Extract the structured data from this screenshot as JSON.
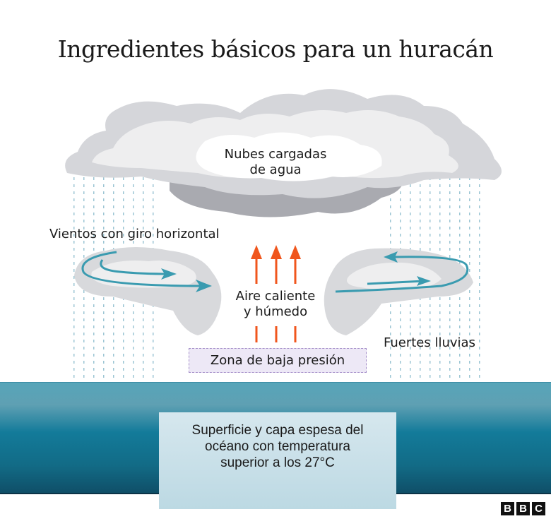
{
  "title": "Ingredientes básicos para un huracán",
  "labels": {
    "clouds": [
      "Nubes cargadas",
      "de agua"
    ],
    "winds": "Vientos con giro horizontal",
    "warm_air": [
      "Aire caliente",
      "y húmedo"
    ],
    "rain": "Fuertes lluvias",
    "low_pressure": "Zona de baja presión",
    "ocean": [
      "Superficie y capa espesa del",
      "océano con temperatura",
      "superior a los 27°C"
    ]
  },
  "logo": [
    "B",
    "B",
    "C"
  ],
  "colors": {
    "wind_arrow": "#3a9bb0",
    "heat_arrow": "#f0561d",
    "rain": "#9cc6d4",
    "ocean_top": "#56a5b9",
    "ocean_bottom": "#0f4f68",
    "low_pressure_fill": "#ede8f6",
    "low_pressure_border": "#a58fc9"
  }
}
